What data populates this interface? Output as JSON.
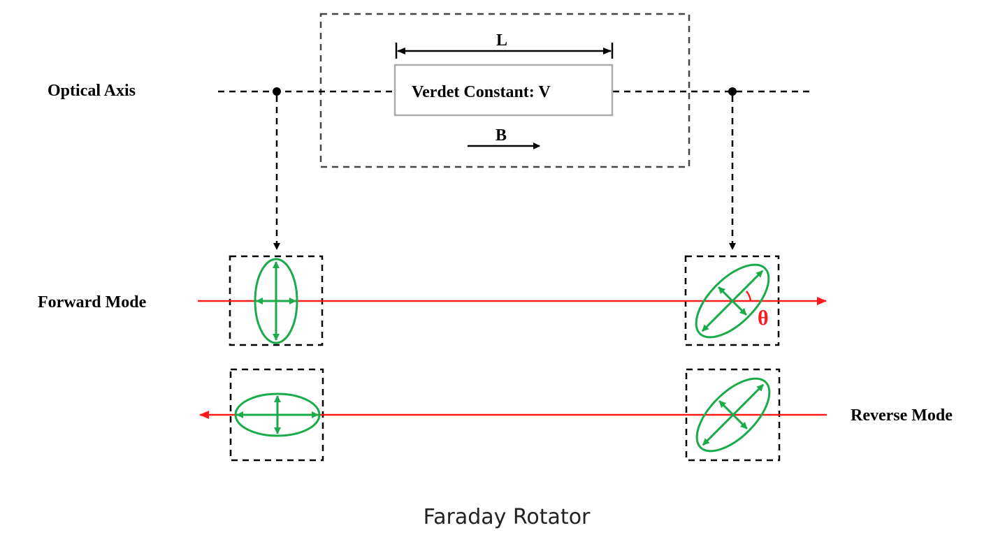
{
  "diagram": {
    "title": "Faraday Rotator",
    "labels": {
      "optical_axis": "Optical Axis",
      "length": "L",
      "verdet": "Verdet Constant: V",
      "field": "B",
      "forward_mode": "Forward Mode",
      "reverse_mode": "Reverse Mode",
      "angle": "θ"
    },
    "colors": {
      "beam": "#ff1a1a",
      "polarization": "#1aaa4a",
      "outline": "#000000",
      "crystal_border": "#aaaaaa"
    }
  }
}
